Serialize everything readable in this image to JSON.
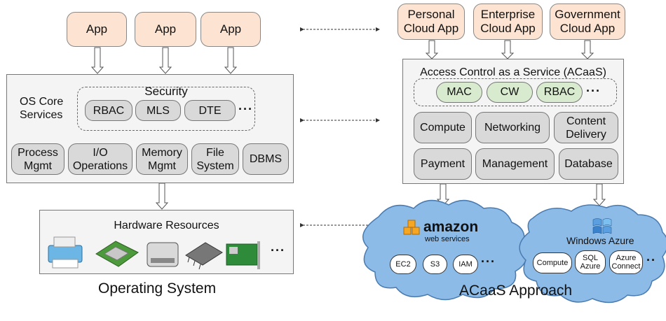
{
  "os": {
    "apps": [
      "App",
      "App",
      "App"
    ],
    "core_services_label": "OS Core\nServices",
    "security_title": "Security",
    "security_items": [
      "RBAC",
      "MLS",
      "DTE"
    ],
    "security_more": "···",
    "modules": [
      "Process\nMgmt",
      "I/O\nOperations",
      "Memory\nMgmt",
      "File\nSystem",
      "DBMS"
    ],
    "hardware_title": "Hardware Resources",
    "hardware_more": "···",
    "caption": "Operating System"
  },
  "acaas": {
    "apps": [
      "Personal\nCloud App",
      "Enterprise\nCloud App",
      "Government\nCloud App"
    ],
    "service_title": "Access Control as a Service (ACaaS)",
    "policies": [
      "MAC",
      "CW",
      "RBAC"
    ],
    "policies_more": "···",
    "services": [
      "Compute",
      "Networking",
      "Content\nDelivery",
      "Payment",
      "Management",
      "Database"
    ],
    "aws": {
      "logo_text": "amazon",
      "logo_sub": "web services",
      "services": [
        "EC2",
        "S3",
        "IAM"
      ],
      "more": "···"
    },
    "azure": {
      "logo_text": "Windows Azure",
      "services": [
        "Compute",
        "SQL\nAzure",
        "Azure\nConnect"
      ],
      "more": "··"
    },
    "caption": "ACaaS Approach"
  },
  "colors": {
    "app_fill": "#fde4d2",
    "policy_fill": "#d8ebcf",
    "service_fill": "#d9d9d9",
    "cloud_fill": "#7fb3e4",
    "panel_fill": "#f4f4f4"
  }
}
